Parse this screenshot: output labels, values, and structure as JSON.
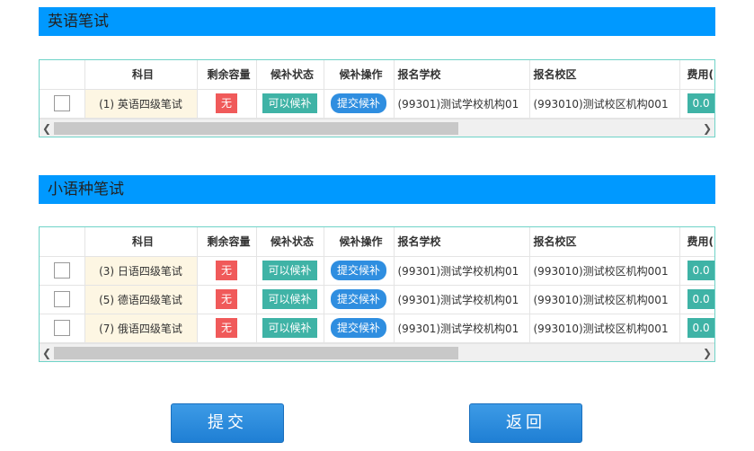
{
  "sections": [
    {
      "title": "英语笔试",
      "headers": {
        "subject": "科目",
        "capacity": "剩余容量",
        "waitlist_status": "候补状态",
        "waitlist_action": "候补操作",
        "school": "报名学校",
        "campus": "报名校区",
        "fee": "费用("
      },
      "rows": [
        {
          "subject": "(1) 英语四级笔试",
          "capacity": "无",
          "status": "可以候补",
          "action": "提交候补",
          "school": "(99301)测试学校机构01",
          "campus": "(993010)测试校区机构001",
          "fee": "0.0"
        }
      ]
    },
    {
      "title": "小语种笔试",
      "headers": {
        "subject": "科目",
        "capacity": "剩余容量",
        "waitlist_status": "候补状态",
        "waitlist_action": "候补操作",
        "school": "报名学校",
        "campus": "报名校区",
        "fee": "费用("
      },
      "rows": [
        {
          "subject": "(3) 日语四级笔试",
          "capacity": "无",
          "status": "可以候补",
          "action": "提交候补",
          "school": "(99301)测试学校机构01",
          "campus": "(993010)测试校区机构001",
          "fee": "0.0"
        },
        {
          "subject": "(5) 德语四级笔试",
          "capacity": "无",
          "status": "可以候补",
          "action": "提交候补",
          "school": "(99301)测试学校机构01",
          "campus": "(993010)测试校区机构001",
          "fee": "0.0"
        },
        {
          "subject": "(7) 俄语四级笔试",
          "capacity": "无",
          "status": "可以候补",
          "action": "提交候补",
          "school": "(99301)测试学校机构01",
          "campus": "(993010)测试校区机构001",
          "fee": "0.0"
        }
      ]
    }
  ],
  "buttons": {
    "submit": "提交",
    "back": "返回"
  },
  "icons": {
    "scroll_left": "chevron-left-icon",
    "scroll_right": "chevron-right-icon"
  },
  "colors": {
    "section_header": "#0099ff",
    "badge_none": "#f05a5a",
    "badge_ok": "#3fb3a6",
    "action_button": "#2f8ee0"
  }
}
